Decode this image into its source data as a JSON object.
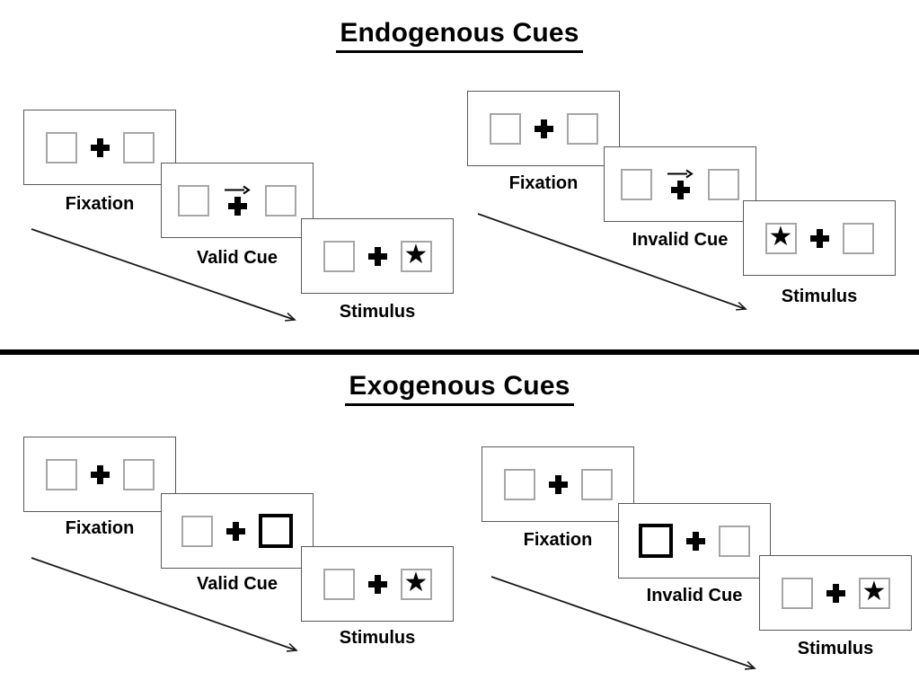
{
  "colors": {
    "background": "#ffffff",
    "panel_border": "#595959",
    "placeholder_box_border": "#a6a6a6",
    "ink": "#000000"
  },
  "icons": {
    "star": "★"
  },
  "sections": [
    {
      "title": "Endogenous Cues",
      "groups": [
        {
          "name": "valid-trial",
          "panels": [
            {
              "label": "Fixation",
              "left_box": "empty",
              "right_box": "empty"
            },
            {
              "label": "Valid Cue",
              "left_box": "empty",
              "right_box": "empty",
              "cue_direction": "right"
            },
            {
              "label": "Stimulus",
              "left_box": "empty",
              "right_box": "star"
            }
          ]
        },
        {
          "name": "invalid-trial",
          "panels": [
            {
              "label": "Fixation",
              "left_box": "empty",
              "right_box": "empty"
            },
            {
              "label": "Invalid Cue",
              "left_box": "empty",
              "right_box": "empty",
              "cue_direction": "right"
            },
            {
              "label": "Stimulus",
              "left_box": "star",
              "right_box": "empty"
            }
          ]
        }
      ]
    },
    {
      "title": "Exogenous Cues",
      "groups": [
        {
          "name": "valid-trial",
          "panels": [
            {
              "label": "Fixation",
              "left_box": "empty",
              "right_box": "empty"
            },
            {
              "label": "Valid Cue",
              "left_box": "empty",
              "right_box": "thick"
            },
            {
              "label": "Stimulus",
              "left_box": "empty",
              "right_box": "star"
            }
          ]
        },
        {
          "name": "invalid-trial",
          "panels": [
            {
              "label": "Fixation",
              "left_box": "empty",
              "right_box": "empty"
            },
            {
              "label": "Invalid Cue",
              "left_box": "thick",
              "right_box": "empty"
            },
            {
              "label": "Stimulus",
              "left_box": "empty",
              "right_box": "star"
            }
          ]
        }
      ]
    }
  ]
}
